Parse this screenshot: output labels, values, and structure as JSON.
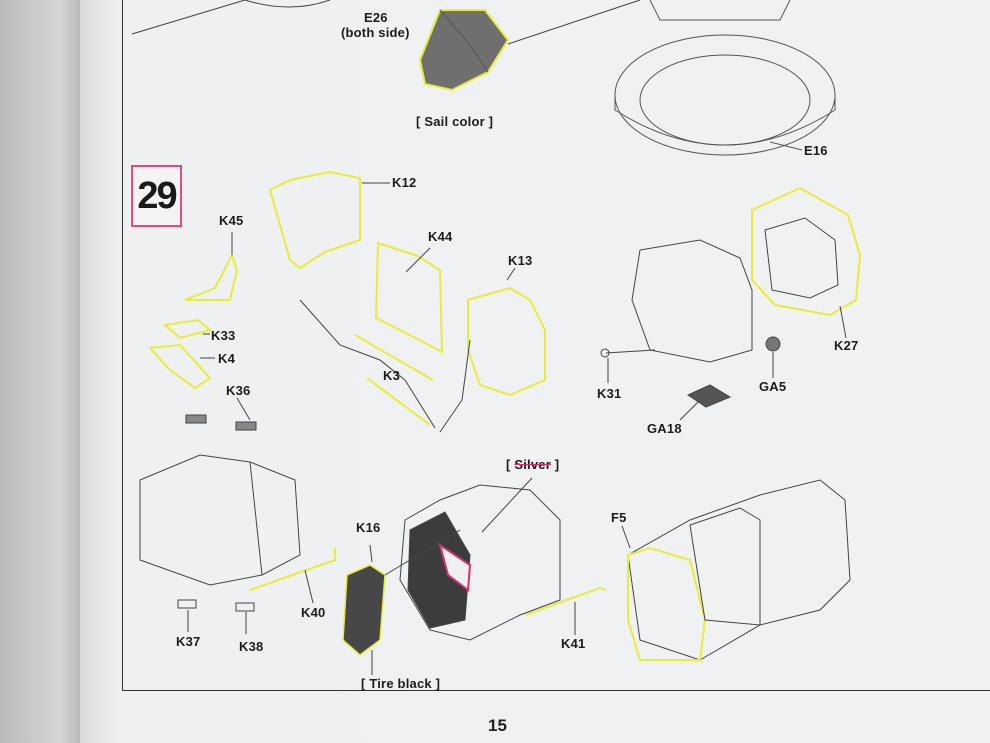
{
  "step": {
    "number": "29"
  },
  "page": {
    "number": "15"
  },
  "notes": {
    "sail_color": "[ Sail color ]",
    "silver_open": "[ ",
    "silver_word": "Silver",
    "silver_close": " ]",
    "tire_black": "[ Tire black ]"
  },
  "parts": {
    "e26": "E26",
    "e26_note": "(both side)",
    "e16": "E16",
    "k12": "K12",
    "k45": "K45",
    "k44": "K44",
    "k13": "K13",
    "k33": "K33",
    "k4": "K4",
    "k3": "K3",
    "k36": "K36",
    "k31": "K31",
    "ga5": "GA5",
    "ga18": "GA18",
    "k27": "K27",
    "k16": "K16",
    "f5": "F5",
    "k40": "K40",
    "k37": "K37",
    "k38": "K38",
    "k41": "K41"
  },
  "colors": {
    "highlight_yellow": "#e6ee3a",
    "step_pink": "#e04a86",
    "line_dark": "#333333"
  }
}
